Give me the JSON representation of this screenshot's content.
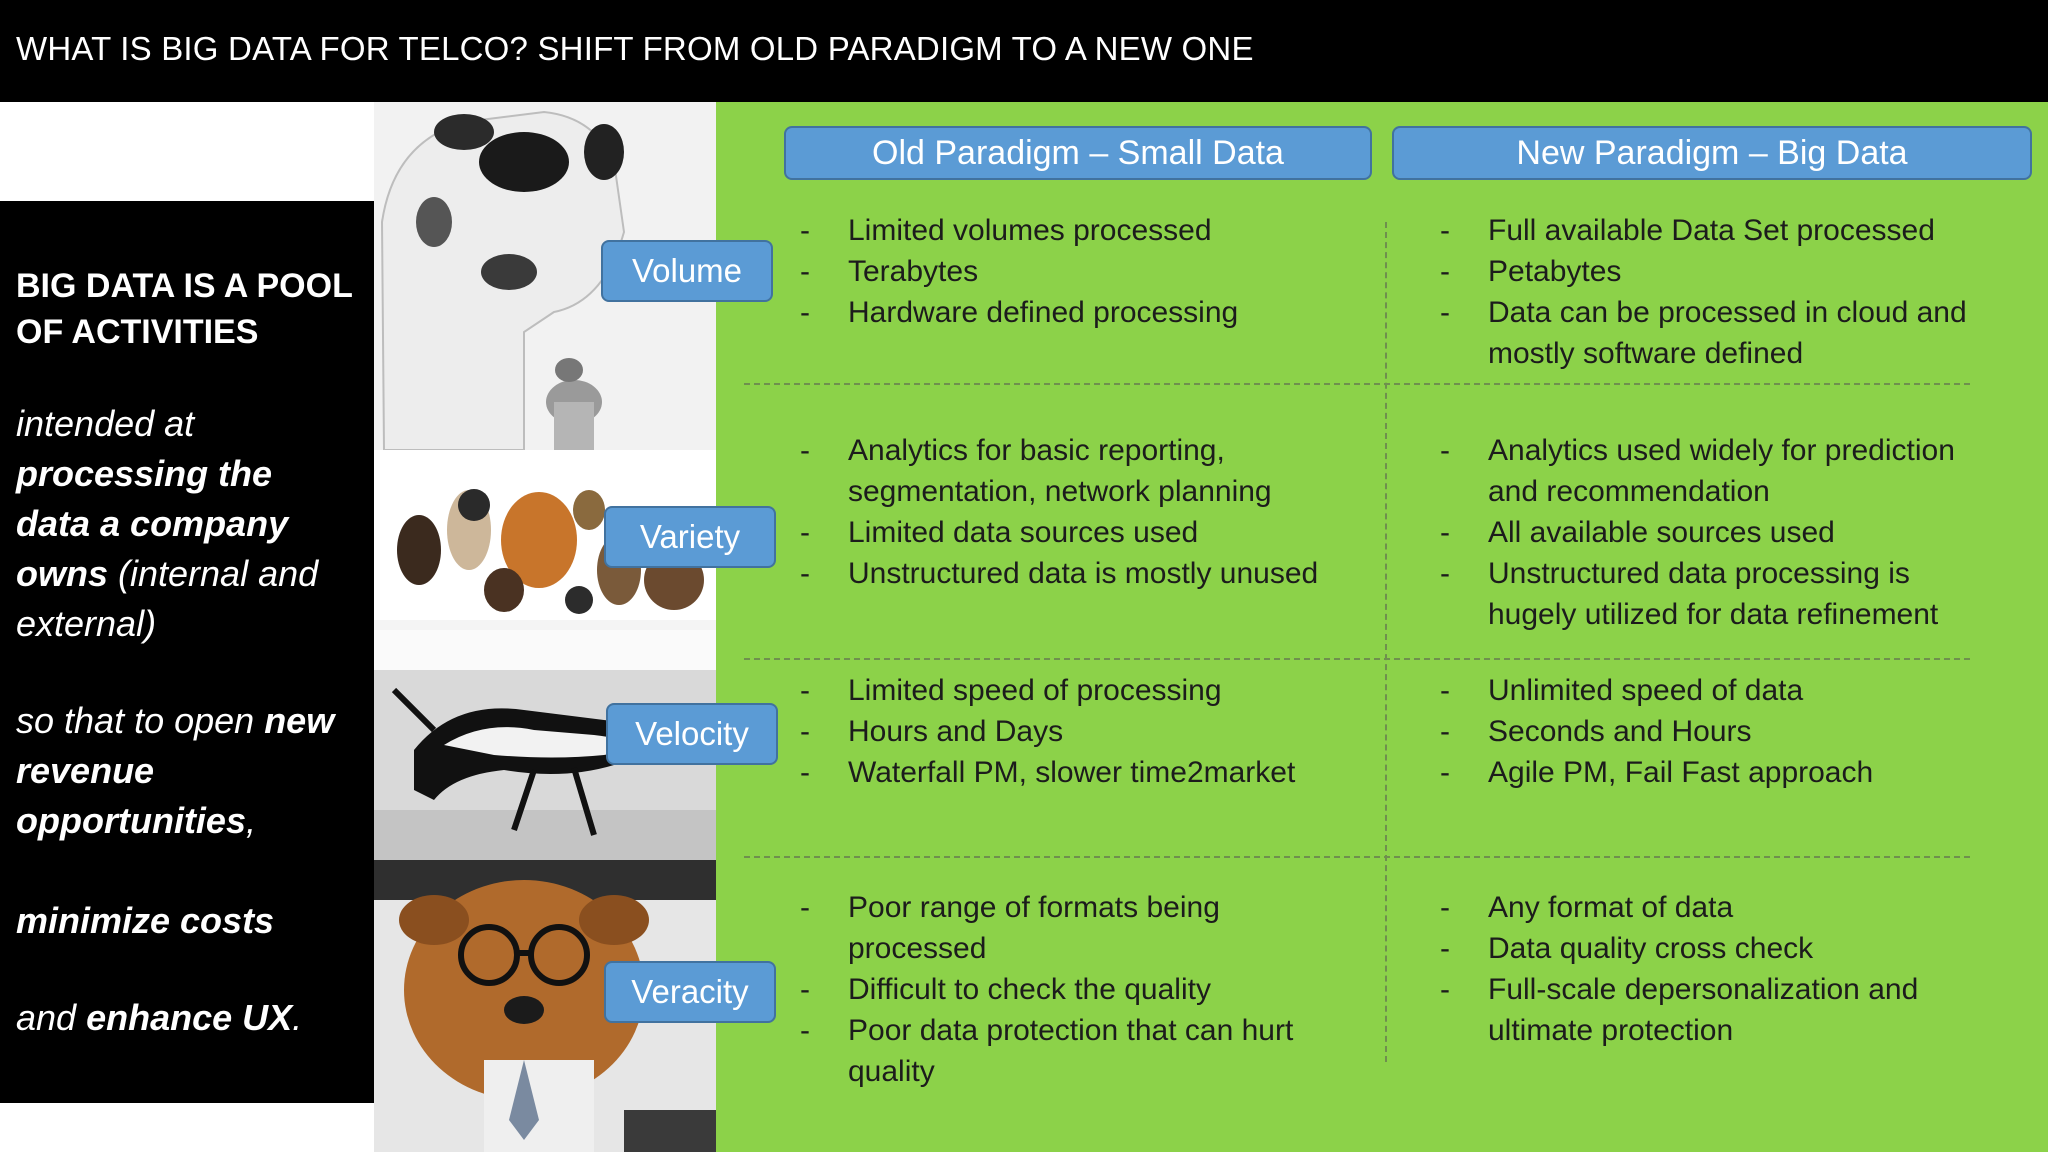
{
  "title": "WHAT IS BIG DATA FOR TELCO? SHIFT FROM OLD PARADIGM TO A NEW ONE",
  "left_panel": {
    "heading_line1": "BIG DATA IS A POOL",
    "heading_line2": "OF ACTIVITIES",
    "intended": "intended at",
    "processing_1": "processing the",
    "processing_2": "data a company",
    "owns": "owns",
    "internal": " (internal and",
    "external": "external)",
    "so_that": "so that to open ",
    "new": "new",
    "revenue": "revenue",
    "opportunities": "opportunities",
    "comma": ",",
    "minimize": "minimize costs",
    "and_text": "and ",
    "enhance": "enhance UX",
    "period": "."
  },
  "headers": {
    "old": "Old Paradigm – Small Data",
    "new": "New Paradigm – Big Data"
  },
  "dash": "-",
  "rows": [
    {
      "category": "Volume",
      "old": [
        "Limited volumes processed",
        "Terabytes",
        "Hardware defined processing"
      ],
      "new": [
        "Full available Data Set processed",
        "Petabytes",
        "Data can be processed in cloud and mostly software defined"
      ]
    },
    {
      "category": "Variety",
      "old": [
        "Analytics for basic reporting, segmentation, network planning",
        "Limited data sources used",
        "Unstructured data is mostly unused"
      ],
      "new": [
        "Analytics used widely for prediction and recommendation",
        "All available sources used",
        "Unstructured data processing is hugely utilized for data refinement"
      ]
    },
    {
      "category": "Velocity",
      "old": [
        "Limited speed of processing",
        "Hours and Days",
        "Waterfall PM, slower time2market"
      ],
      "new": [
        "Unlimited speed of data",
        "Seconds and Hours",
        "Agile PM, Fail Fast approach"
      ]
    },
    {
      "category": "Veracity",
      "old": [
        "Poor range of formats being processed",
        "Difficult to check the quality",
        "Poor data protection that can hurt quality"
      ],
      "new": [
        "Any format of data",
        "Data quality cross check",
        "Full-scale depersonalization and ultimate protection"
      ]
    }
  ]
}
